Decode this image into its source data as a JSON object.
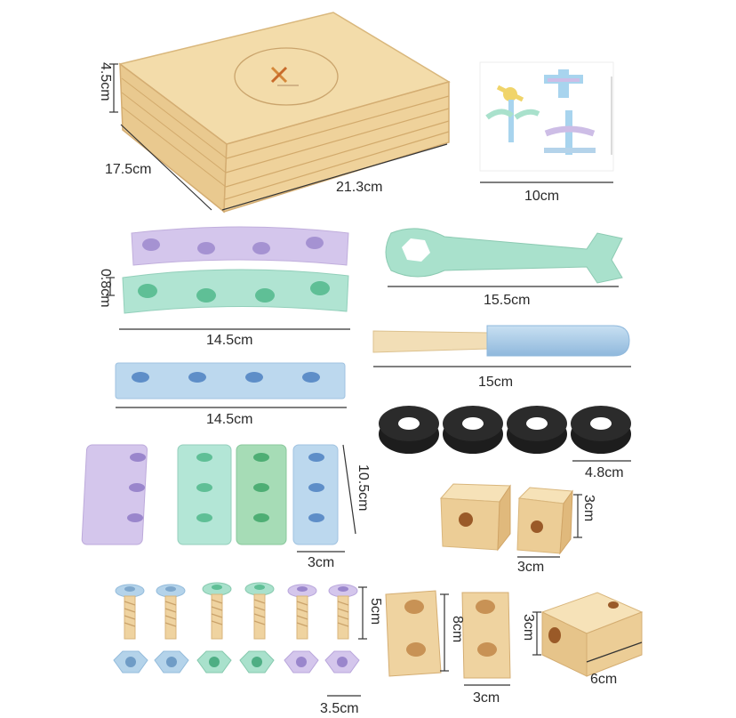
{
  "labels": {
    "box_height": "4.5cm",
    "box_depth": "17.5cm",
    "box_width": "21.3cm",
    "card": "10cm",
    "plank_thickness": "0.8cm",
    "curved_plank": "14.5cm",
    "straight_plank": "14.5cm",
    "wrench": "15.5cm",
    "screwdriver": "15cm",
    "washer": "4.8cm",
    "short_plank_height": "10.5cm",
    "short_plank_width": "3cm",
    "cube_height": "3cm",
    "cube_width": "3cm",
    "bolt_height": "5cm",
    "nut_width": "3.5cm",
    "block_height": "8cm",
    "block_width": "3cm",
    "rect_block_height": "3cm",
    "rect_block_width": "6cm"
  },
  "colors": {
    "lavender": "#cdbde6",
    "mint": "#a9e1cc",
    "green": "#9ed9b0",
    "blue": "#b4d3ea",
    "wood": "#efd3a0",
    "washer": "#1d1d1d"
  }
}
